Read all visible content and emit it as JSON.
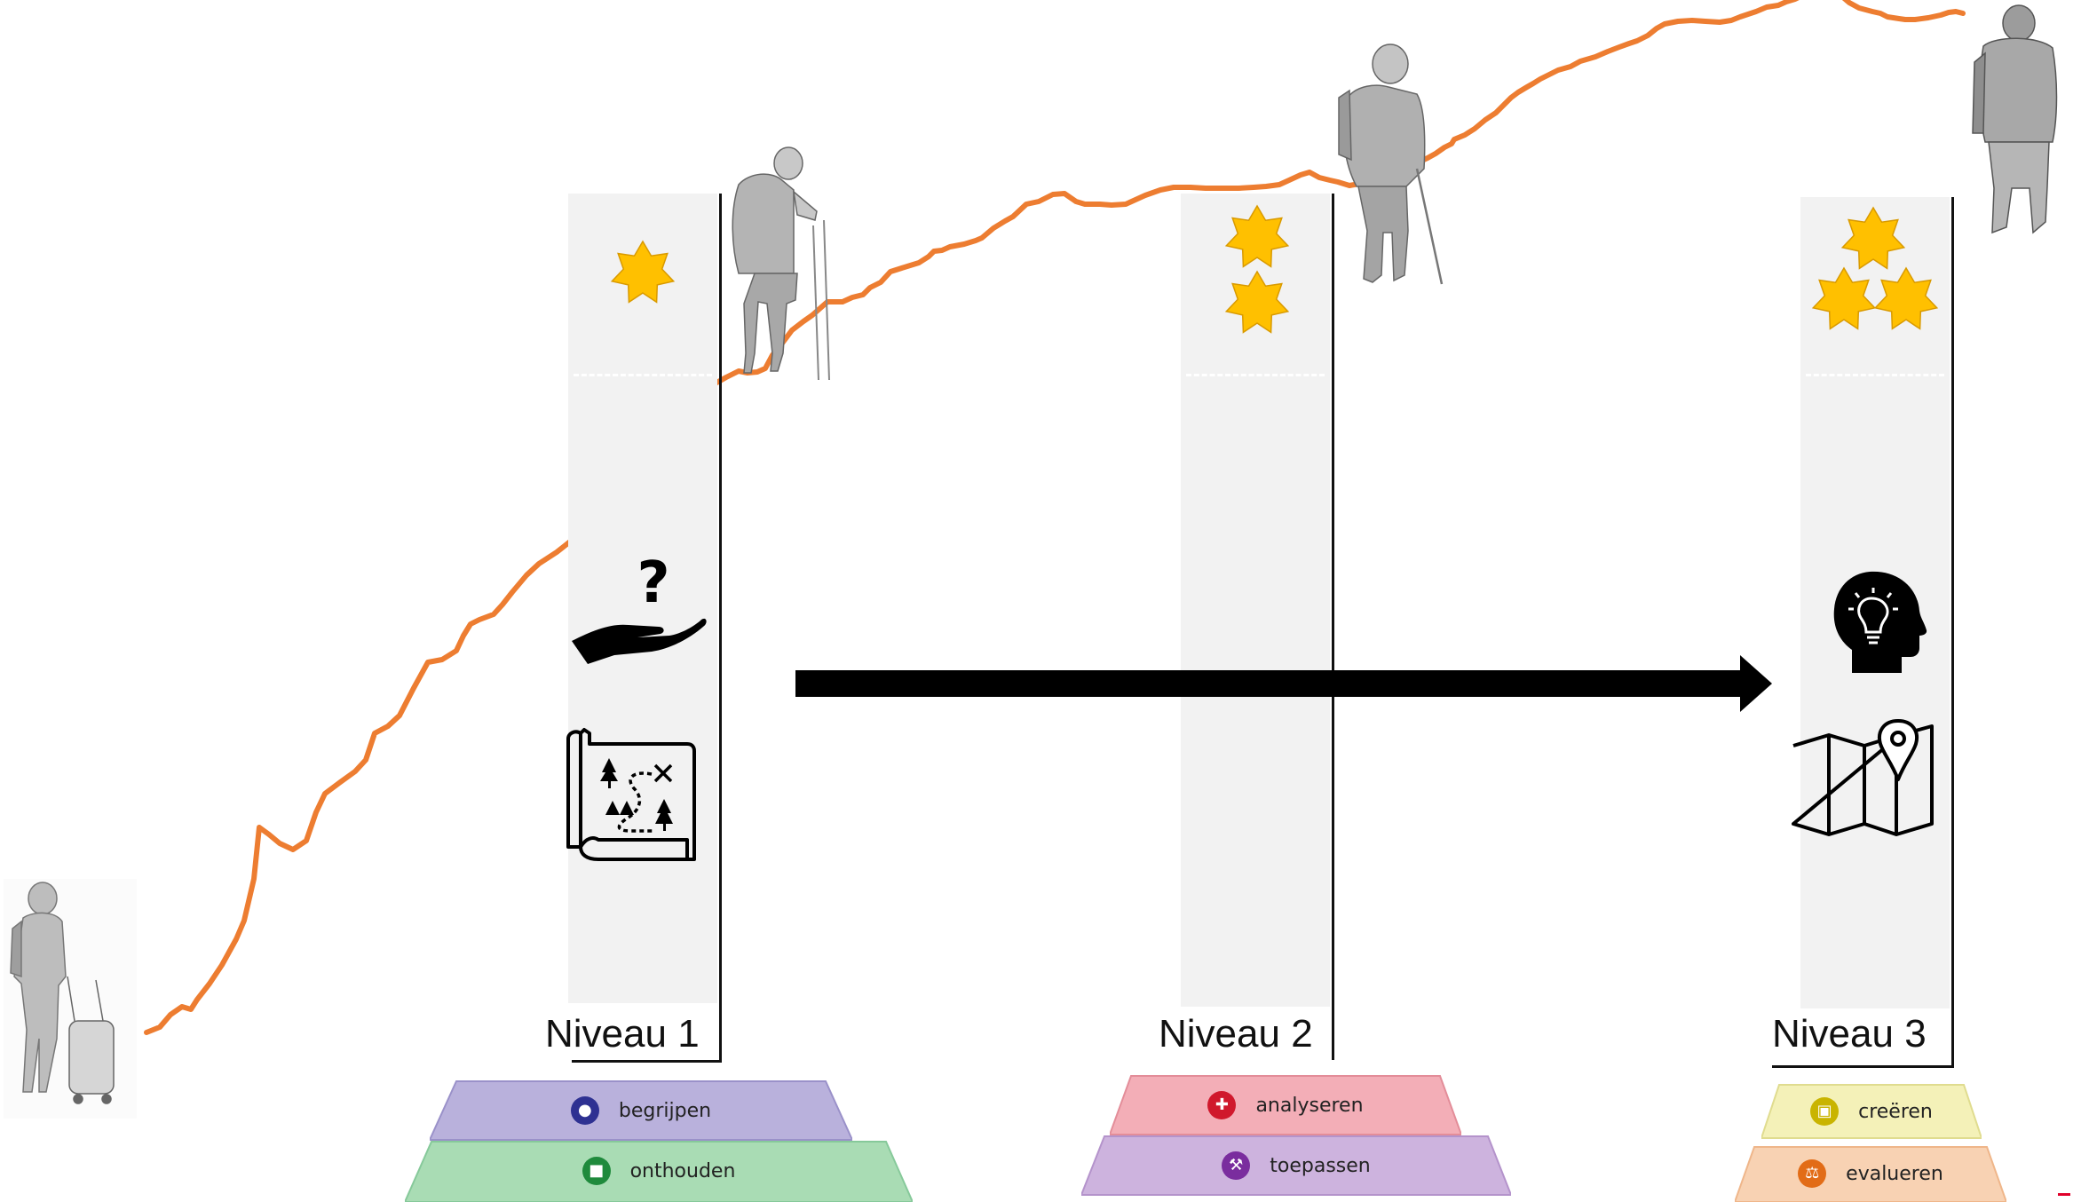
{
  "levels": [
    {
      "label": "Niveau 1",
      "stars": 1,
      "tiers": [
        {
          "label": "begrijpen",
          "fill": "#b9b1dc",
          "edge": "#9a91c9",
          "icon_color": "#2e3192",
          "icon": "lightbulb-icon"
        },
        {
          "label": "onthouden",
          "fill": "#a9dcb4",
          "edge": "#86c99a",
          "icon_color": "#1f8a3c",
          "icon": "memory-icon"
        }
      ]
    },
    {
      "label": "Niveau 2",
      "stars": 2,
      "tiers": [
        {
          "label": "analyseren",
          "fill": "#f3aeb7",
          "edge": "#e38d99",
          "icon_color": "#d0182c",
          "icon": "puzzle-icon"
        },
        {
          "label": "toepassen",
          "fill": "#cdb3de",
          "edge": "#b493cb",
          "icon_color": "#7a2d9e",
          "icon": "wrench-icon"
        }
      ]
    },
    {
      "label": "Niveau 3",
      "stars": 3,
      "tiers": [
        {
          "label": "creëren",
          "fill": "#f4f1b8",
          "edge": "#e0dc8f",
          "icon_color": "#c9b400",
          "icon": "building-icon"
        },
        {
          "label": "evalueren",
          "fill": "#f8d2b3",
          "edge": "#efb68a",
          "icon_color": "#e26c17",
          "icon": "scales-icon"
        }
      ]
    }
  ],
  "colors": {
    "path": "#ed7d31",
    "star": "#ffc000",
    "star_edge": "#d99a00",
    "band": "#f2f2f2",
    "arrow": "#000000"
  },
  "icons": {
    "level1": [
      "hand-question-icon",
      "treasure-map-icon"
    ],
    "level3": [
      "head-lightbulb-icon",
      "map-pin-icon"
    ]
  }
}
